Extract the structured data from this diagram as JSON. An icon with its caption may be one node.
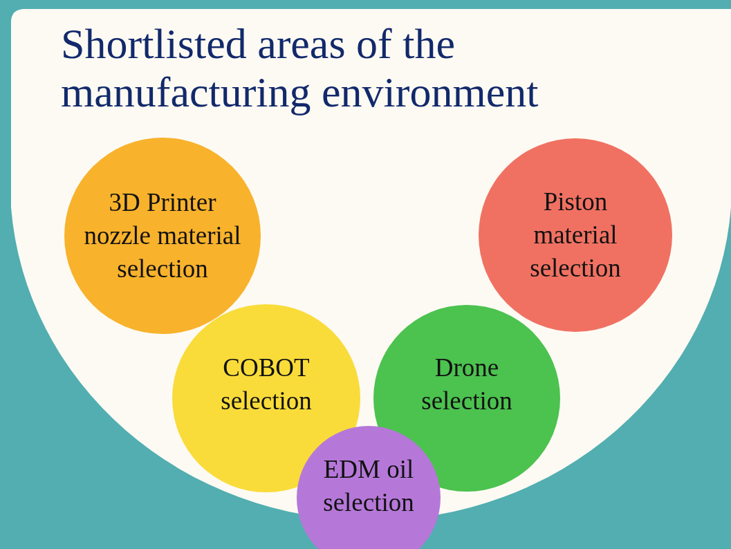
{
  "diagram": {
    "title": "Shortlisted areas of the manufacturing environment",
    "nodes": [
      {
        "text": [
          "3D Printer nozzle material selection"
        ]
      },
      {
        "text": [
          "Piston material selection"
        ]
      },
      {
        "text": [
          "COBOT selection"
        ]
      },
      {
        "text": [
          "Drone selection"
        ]
      },
      {
        "text": [
          "EDM oil selection"
        ]
      }
    ]
  }
}
